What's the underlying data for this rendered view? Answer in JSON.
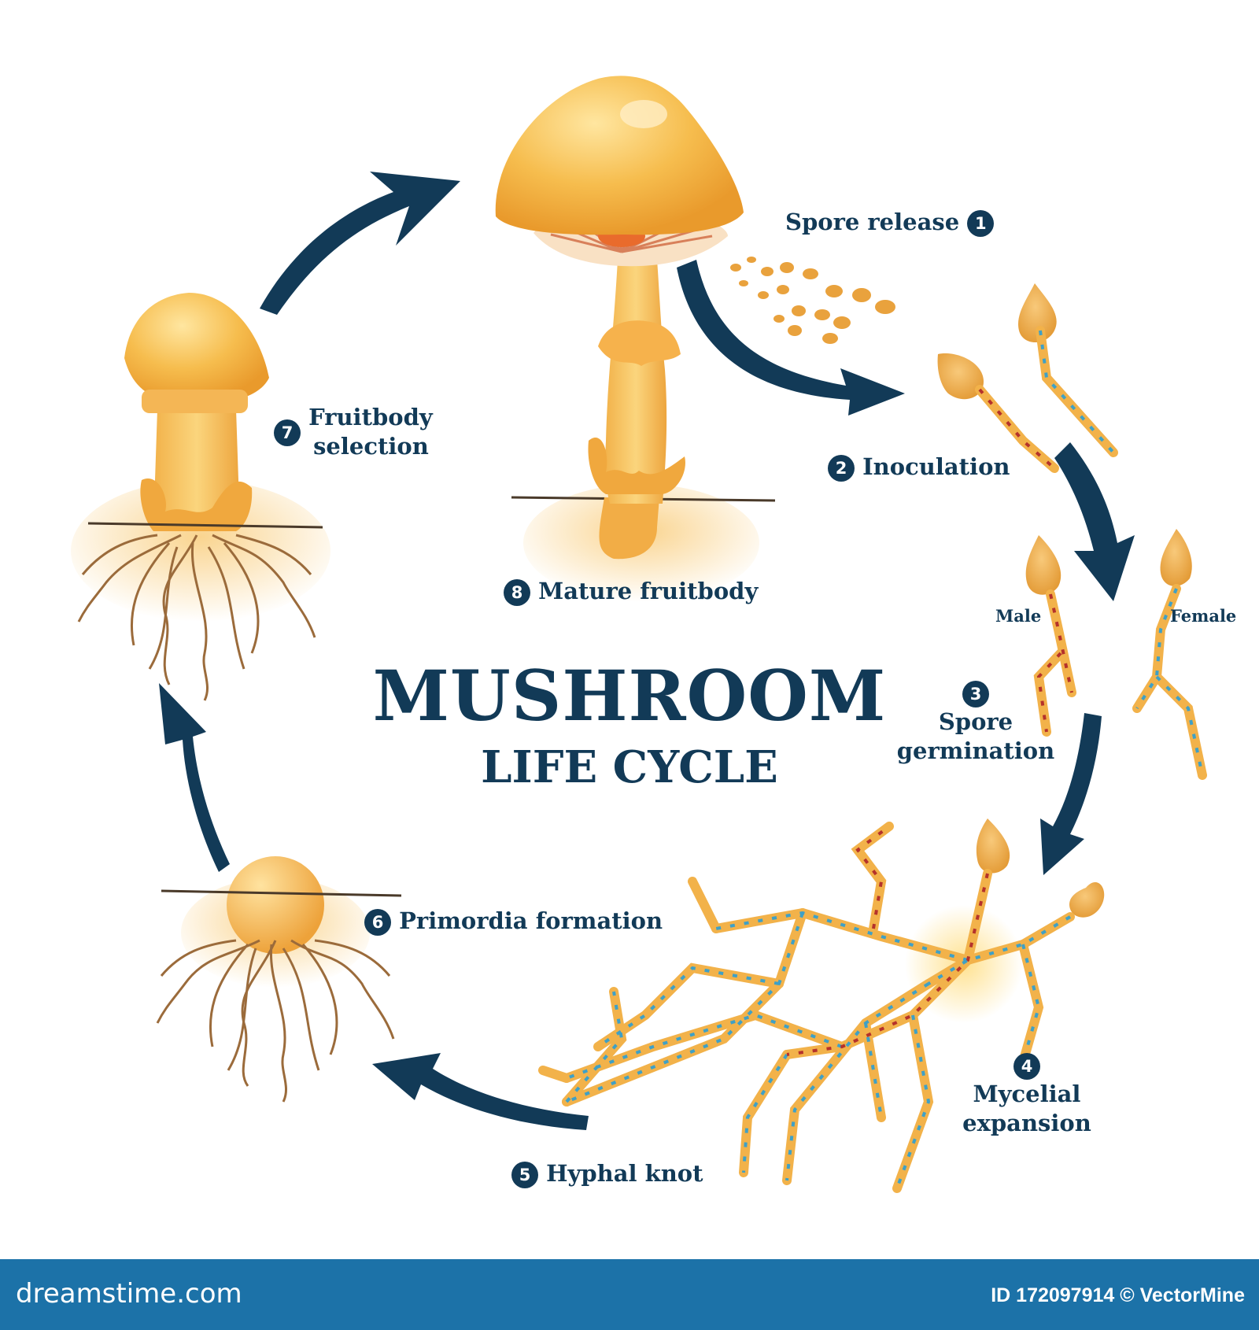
{
  "title": {
    "main": "MUSHROOM",
    "sub": "LIFE CYCLE"
  },
  "colors": {
    "navy": "#123a57",
    "cap": "#f3b441",
    "stem": "#f7c466",
    "spore": "#e7a33c",
    "footer": "#1c72a8",
    "hypha_blue": "#3fa0c6",
    "hypha_red": "#b5322b"
  },
  "stages": [
    {
      "num": "1",
      "label": "Spore release"
    },
    {
      "num": "2",
      "label": "Inoculation"
    },
    {
      "num": "3",
      "label_lines": [
        "Spore",
        "germination"
      ]
    },
    {
      "num": "4",
      "label_lines": [
        "Mycelial",
        "expansion"
      ]
    },
    {
      "num": "5",
      "label": "Hyphal knot"
    },
    {
      "num": "6",
      "label": "Primordia formation"
    },
    {
      "num": "7",
      "label_lines": [
        "Fruitbody",
        "selection"
      ]
    },
    {
      "num": "8",
      "label": "Mature fruitbody"
    }
  ],
  "sex_labels": {
    "male": "Male",
    "female": "Female"
  },
  "footer": {
    "site": "dreamstime.com",
    "id": "ID 172097914 © VectorMine"
  }
}
